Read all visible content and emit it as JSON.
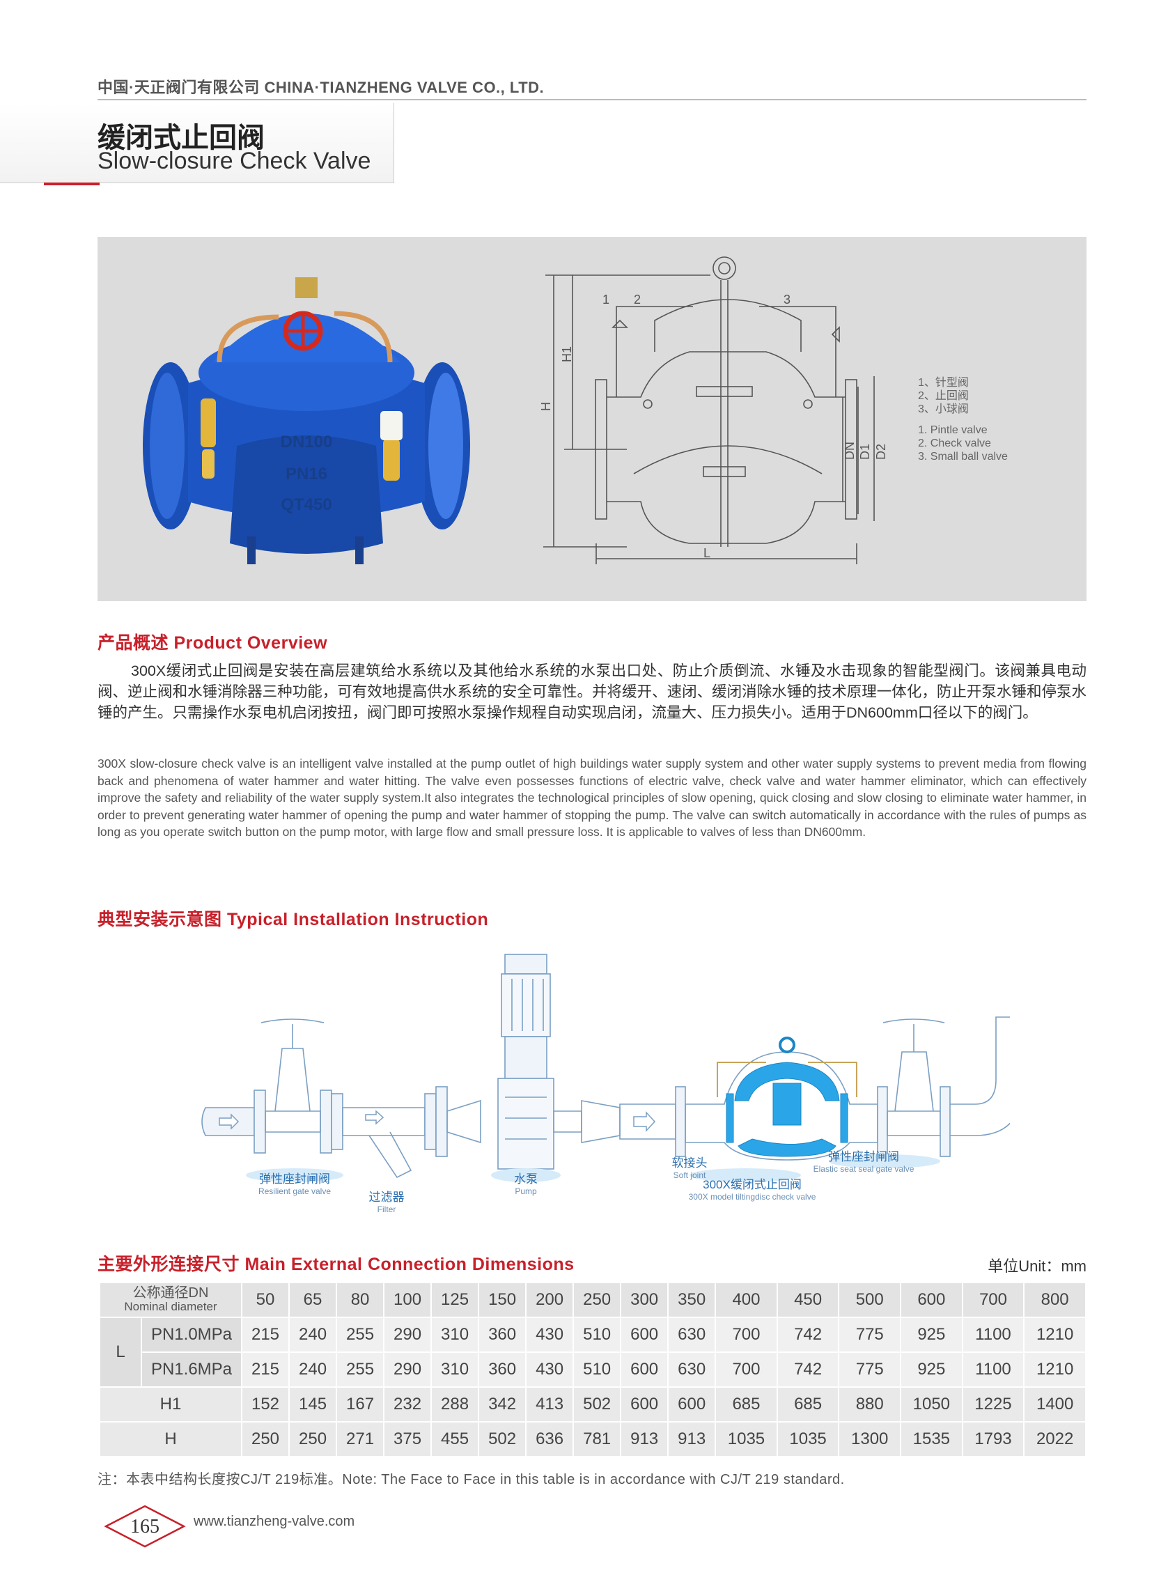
{
  "header": {
    "company": "中国·天正阀门有限公司 CHINA·TIANZHENG VALVE CO., LTD."
  },
  "title": {
    "zh": "缓闭式止回阀",
    "en": "Slow-closure Check Valve"
  },
  "product_photo": {
    "body_marks": [
      "DN100",
      "PN16",
      "QT450"
    ]
  },
  "drawing": {
    "dim_labels": [
      "H1",
      "H",
      "DN",
      "D1",
      "D2",
      "L"
    ],
    "callouts": [
      "1",
      "2",
      "3"
    ],
    "legend_zh": [
      "1、针型阀",
      "2、止回阀",
      "3、小球阀"
    ],
    "legend_en": [
      "1. Pintle valve",
      "2. Check valve",
      "3. Small ball valve"
    ]
  },
  "overview": {
    "heading": "产品概述 Product Overview",
    "zh": "300X缓闭式止回阀是安装在高层建筑给水系统以及其他给水系统的水泵出口处、防止介质倒流、水锤及水击现象的智能型阀门。该阀兼具电动阀、逆止阀和水锤消除器三种功能，可有效地提高供水系统的安全可靠性。并将缓开、速闭、缓闭消除水锤的技术原理一体化，防止开泵水锤和停泵水锤的产生。只需操作水泵电机启闭按扭，阀门即可按照水泵操作规程自动实现启闭，流量大、压力损失小。适用于DN600mm口径以下的阀门。",
    "en": "300X slow-closure check valve is an intelligent valve installed at the pump outlet of high buildings water supply system and other water supply systems to prevent media from flowing back and phenomena of water hammer and water hitting. The valve even possesses functions of electric valve, check valve and water hammer eliminator, which can effectively improve the safety and reliability of the water supply system.It also integrates the technological principles of slow opening, quick closing and slow closing to eliminate water hammer, in order to prevent generating water hammer of opening the pump and water hammer of stopping the pump. The valve can switch automatically in accordance with the rules of pumps as long as you operate switch button on the pump motor, with large flow and small pressure loss. It is applicable to valves of less than DN600mm."
  },
  "installation": {
    "heading": "典型安装示意图 Typical Installation Instruction",
    "labels": {
      "gate_valve_zh": "弹性座封闸阀",
      "gate_valve_en": "Resilient gate valve",
      "filter_zh": "过滤器",
      "filter_en": "Filter",
      "pump_zh": "水泵",
      "pump_en": "Pump",
      "soft_joint_zh": "软接头",
      "soft_joint_en": "Soft joint",
      "check_valve_zh": "300X缓闭式止回阀",
      "check_valve_en": "300X model tiltingdisc check valve",
      "elastic_gate_zh": "弹性座封闸阀",
      "elastic_gate_en": "Elastic seat seal gate valve"
    }
  },
  "dimensions": {
    "heading": "主要外形连接尺寸 Main External Connection Dimensions",
    "unit": "单位Unit：mm",
    "header_zh": "公称通径DN",
    "header_en": "Nominal diameter",
    "L_label": "L",
    "dn": [
      "50",
      "65",
      "80",
      "100",
      "125",
      "150",
      "200",
      "250",
      "300",
      "350",
      "400",
      "450",
      "500",
      "600",
      "700",
      "800"
    ],
    "rows": [
      {
        "label": "PN1.0MPa",
        "values": [
          "215",
          "240",
          "255",
          "290",
          "310",
          "360",
          "430",
          "510",
          "600",
          "630",
          "700",
          "742",
          "775",
          "925",
          "1100",
          "1210"
        ]
      },
      {
        "label": "PN1.6MPa",
        "values": [
          "215",
          "240",
          "255",
          "290",
          "310",
          "360",
          "430",
          "510",
          "600",
          "630",
          "700",
          "742",
          "775",
          "925",
          "1100",
          "1210"
        ]
      },
      {
        "label": "H1",
        "values": [
          "152",
          "145",
          "167",
          "232",
          "288",
          "342",
          "413",
          "502",
          "600",
          "600",
          "685",
          "685",
          "880",
          "1050",
          "1225",
          "1400"
        ]
      },
      {
        "label": "H",
        "values": [
          "250",
          "250",
          "271",
          "375",
          "455",
          "502",
          "636",
          "781",
          "913",
          "913",
          "1035",
          "1035",
          "1300",
          "1535",
          "1793",
          "2022"
        ]
      }
    ],
    "note": "注：本表中结构长度按CJ/T 219标准。Note: The Face to Face in this table is in accordance with CJ/T 219 standard."
  },
  "footer": {
    "page": "165",
    "website": "www.tianzheng-valve.com"
  },
  "colors": {
    "accent_red": "#c8202a",
    "valve_blue": "#1a4fb8",
    "install_blue": "#2aa6e8"
  }
}
